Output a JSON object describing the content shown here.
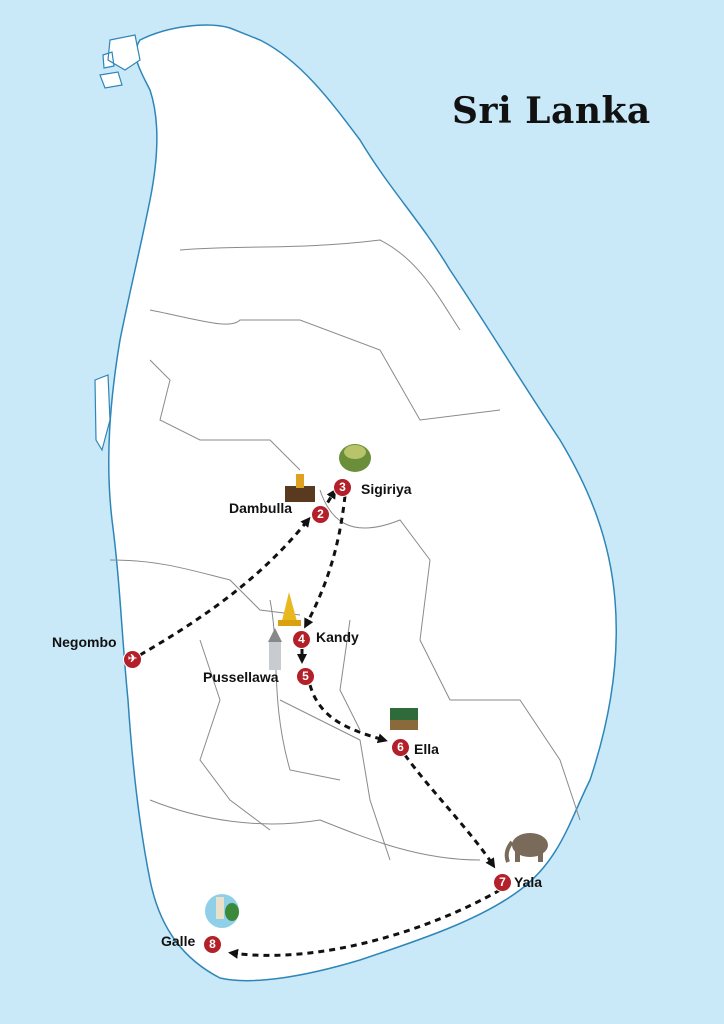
{
  "title": "Sri Lanka",
  "colors": {
    "sea": "#c9e9f9",
    "land": "#ffffff",
    "coast": "#2e86b8",
    "borders": "#8a8a8a",
    "marker": "#b3202a",
    "route": "#111111"
  },
  "stops": [
    {
      "n": "✈",
      "name": "Negombo",
      "icon": "airplane-icon"
    },
    {
      "n": "2",
      "name": "Dambulla",
      "icon": "cave-temple-icon"
    },
    {
      "n": "3",
      "name": "Sigiriya",
      "icon": "rock-fortress-icon"
    },
    {
      "n": "4",
      "name": "Kandy",
      "icon": "golden-stupa-icon"
    },
    {
      "n": "5",
      "name": "Pussellawa",
      "icon": "tower-temple-icon"
    },
    {
      "n": "6",
      "name": "Ella",
      "icon": "nine-arch-bridge-icon"
    },
    {
      "n": "7",
      "name": "Yala",
      "icon": "elephant-icon"
    },
    {
      "n": "8",
      "name": "Galle",
      "icon": "lighthouse-icon"
    }
  ]
}
